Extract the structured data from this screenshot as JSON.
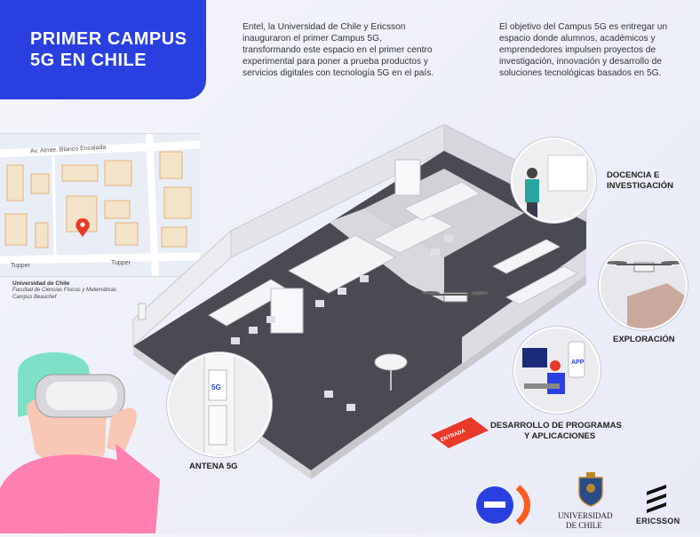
{
  "header": {
    "title_line1": "PRIMER CAMPUS",
    "title_line2": "5G EN CHILE"
  },
  "intro": {
    "left": "Entel, la Universidad de Chile y Ericsson inauguraron el primer Campus 5G, transformando este espacio en el primer centro experimental para poner a prueba productos y servicios digitales con tecnología 5G en el país.",
    "right": "El objetivo del Campus 5G es entregar un espacio donde alumnos, académicos y emprendedores impulsen proyectos de investigación, innovación y desarrollo de soluciones tecnológicas basados en 5G."
  },
  "map": {
    "street_top": "Av. Almte. Blanco Encalada",
    "street_bottom_1": "Tupper",
    "street_bottom_2": "Tupper",
    "pin_color": "#e8392b"
  },
  "location": {
    "university": "Universidad de Chile",
    "faculty": "Facultad de Ciencias Físicas y Matemáticas",
    "campus": "Campus Beauchef"
  },
  "callouts": {
    "docencia_line1": "DOCENCIA E",
    "docencia_line2": "INVESTIGACIÓN",
    "exploracion": "EXPLORACIÓN",
    "desarrollo_line1": "DESARROLLO DE PROGRAMAS",
    "desarrollo_line2": "Y APLICACIONES",
    "antena": "ANTENA 5G",
    "entrada": "ENTRADA",
    "app_sign": "APP",
    "antena_sign": "5G"
  },
  "logos": {
    "entel": "e)",
    "uchile_line1": "UNIVERSIDAD",
    "uchile_line2": "DE CHILE",
    "ericsson": "ERICSSON"
  },
  "colors": {
    "brand_blue": "#2a3fe0",
    "entel_orange": "#ff5a1f",
    "accent_red": "#e8392b",
    "floor": "#4a4a52",
    "wall": "#d8d8dc"
  }
}
